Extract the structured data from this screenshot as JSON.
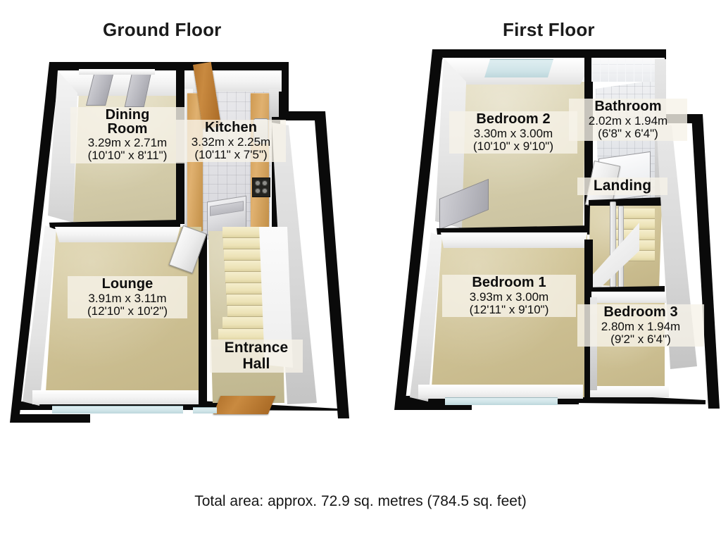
{
  "document": {
    "type": "floorplan",
    "floors": [
      {
        "id": "ground",
        "title": "Ground Floor",
        "rooms": [
          {
            "key": "dining-room",
            "name": "Dining Room",
            "name_lines": [
              "Dining",
              "Room"
            ],
            "metric": "3.29m x 2.71m",
            "imperial": "(10'10\" x 8'11\")"
          },
          {
            "key": "kitchen",
            "name": "Kitchen",
            "name_lines": [
              "Kitchen"
            ],
            "metric": "3.32m x 2.25m",
            "imperial": "(10'11\" x 7'5\")"
          },
          {
            "key": "lounge",
            "name": "Lounge",
            "name_lines": [
              "Lounge"
            ],
            "metric": "3.91m x 3.11m",
            "imperial": "(12'10\" x 10'2\")"
          },
          {
            "key": "entrance-hall",
            "name": "Entrance Hall",
            "name_lines": [
              "Entrance",
              "Hall"
            ],
            "metric": "",
            "imperial": ""
          }
        ]
      },
      {
        "id": "first",
        "title": "First Floor",
        "rooms": [
          {
            "key": "bedroom-2",
            "name": "Bedroom 2",
            "name_lines": [
              "Bedroom 2"
            ],
            "metric": "3.30m x 3.00m",
            "imperial": "(10'10\" x 9'10\")"
          },
          {
            "key": "bathroom",
            "name": "Bathroom",
            "name_lines": [
              "Bathroom"
            ],
            "metric": "2.02m x 1.94m",
            "imperial": "(6'8\" x 6'4\")"
          },
          {
            "key": "landing",
            "name": "Landing",
            "name_lines": [
              "Landing"
            ],
            "metric": "",
            "imperial": ""
          },
          {
            "key": "bedroom-1",
            "name": "Bedroom 1",
            "name_lines": [
              "Bedroom 1"
            ],
            "metric": "3.93m x 3.00m",
            "imperial": "(12'11\" x 9'10\")"
          },
          {
            "key": "bedroom-3",
            "name": "Bedroom 3",
            "name_lines": [
              "Bedroom 3"
            ],
            "metric": "2.80m x 1.94m",
            "imperial": "(9'2\" x 6'4\")"
          }
        ]
      }
    ],
    "footer": {
      "total_area": "Total area: approx. 72.9 sq. metres (784.5 sq. feet)"
    },
    "colors": {
      "wall_outline": "#0a0a0a",
      "wall_face": "#f2f2f2",
      "carpet_tan": "#cfc295",
      "carpet_beige": "#d6ceab",
      "tile_grey": "#dfdfe3",
      "wood_door": "#b5762f",
      "stair_tread": "#ece2b6",
      "text": "#0e0e0e",
      "page_background": "#ffffff"
    }
  }
}
